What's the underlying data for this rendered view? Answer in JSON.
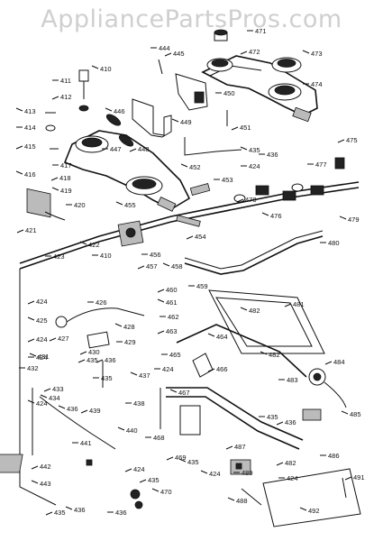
{
  "watermark": "AppliancePartsPros.com",
  "callouts": [
    "410",
    "411",
    "412",
    "413",
    "414",
    "415",
    "416",
    "417",
    "418",
    "419",
    "420",
    "421",
    "422",
    "423",
    "424",
    "425",
    "426",
    "427",
    "428",
    "429",
    "430",
    "431",
    "432",
    "433",
    "434",
    "435",
    "436",
    "437",
    "438",
    "439",
    "440",
    "441",
    "442",
    "443",
    "444",
    "445",
    "446",
    "447",
    "448",
    "449",
    "450",
    "451",
    "452",
    "453",
    "454",
    "455",
    "456",
    "457",
    "458",
    "459",
    "460",
    "461",
    "462",
    "463",
    "464",
    "465",
    "466",
    "467",
    "468",
    "469",
    "470",
    "471",
    "472",
    "473",
    "474",
    "475",
    "476",
    "477",
    "478",
    "479",
    "480",
    "481",
    "482",
    "483",
    "484",
    "485",
    "486",
    "487",
    "488",
    "489",
    "491",
    "492"
  ]
}
